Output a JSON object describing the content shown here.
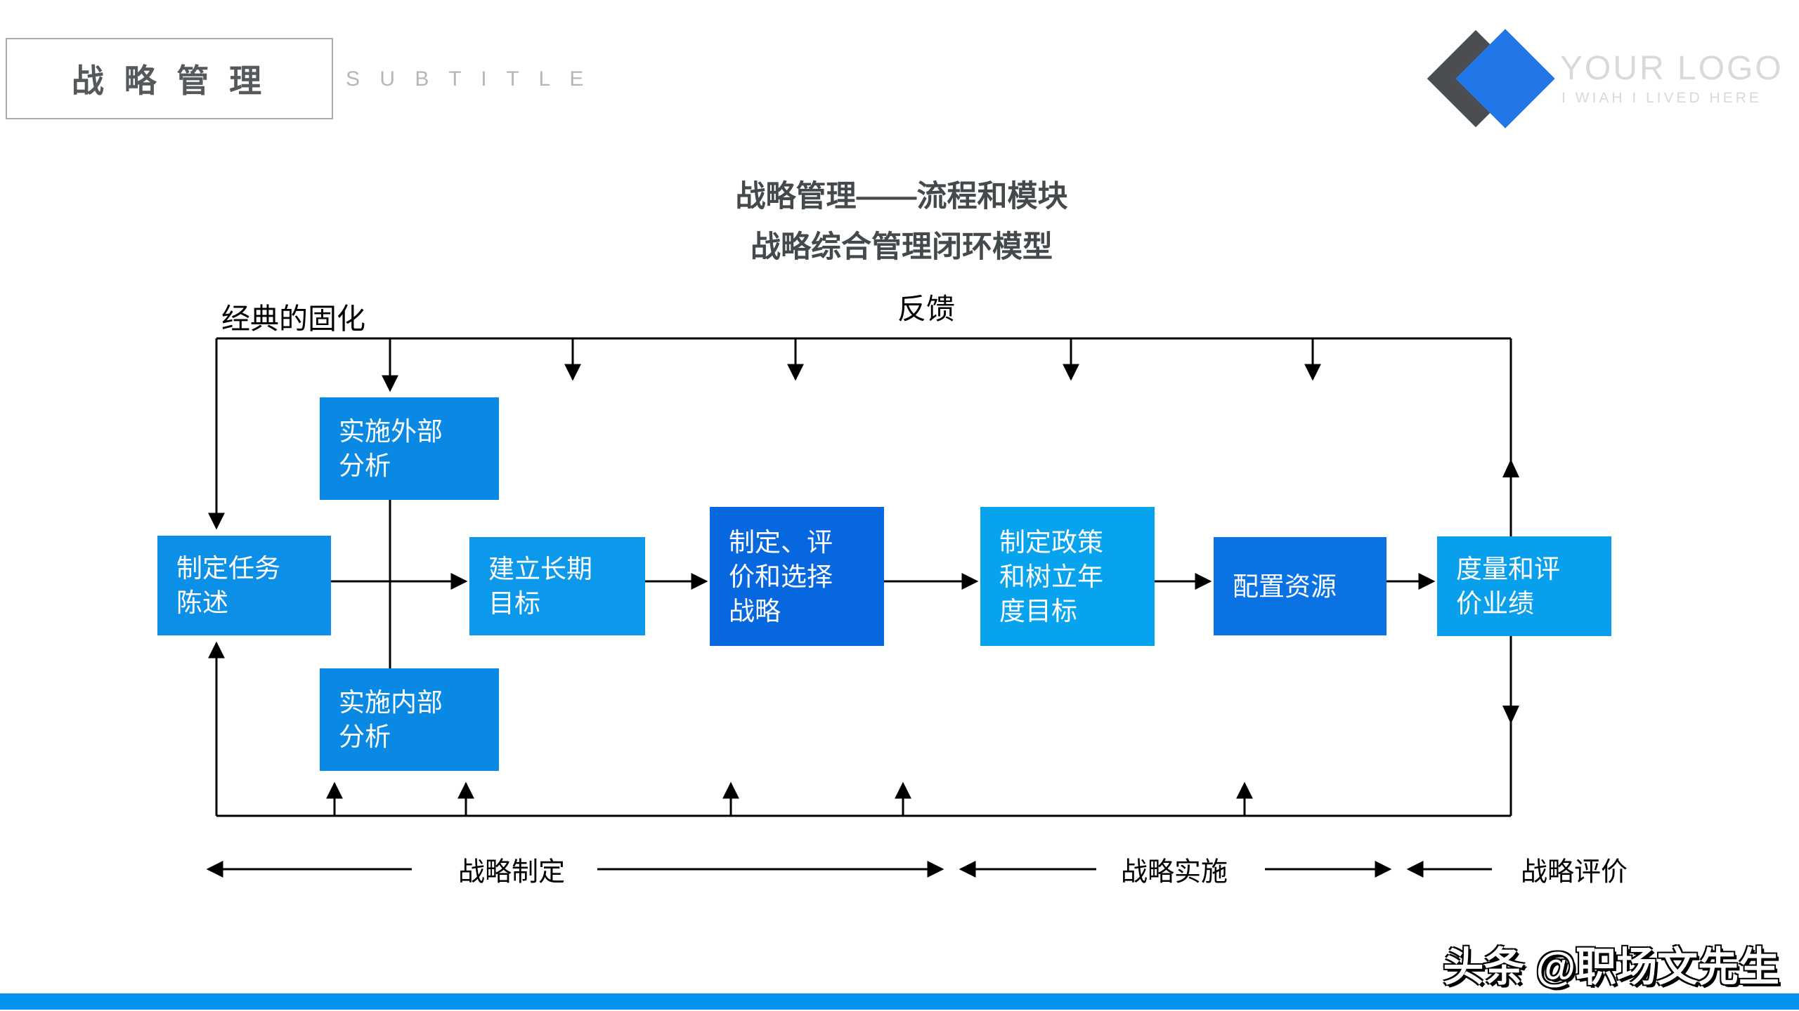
{
  "header": {
    "title": "战 略 管 理",
    "subtitle": "S U B T I T L E"
  },
  "logo": {
    "name": "YOUR LOGO",
    "tagline": "I WIAH I LIVED HERE",
    "diamond_blue": "#2277E8",
    "diamond_gray": "#4A4E52"
  },
  "main_title": {
    "line1": "战略管理——流程和模块",
    "line2": "战略综合管理闭环模型"
  },
  "diagram": {
    "top_left_label": "经典的固化",
    "feedback_label": "反馈",
    "boxes": [
      {
        "id": "mission",
        "label": "制定任务\n陈述",
        "color": "#0C90E7"
      },
      {
        "id": "external",
        "label": "实施外部\n分析",
        "color": "#0989E4"
      },
      {
        "id": "internal",
        "label": "实施内部\n分析",
        "color": "#0989E4"
      },
      {
        "id": "longterm",
        "label": "建立长期\n目标",
        "color": "#0C99EB"
      },
      {
        "id": "evaluate",
        "label": "制定、评\n价和选择\n战略",
        "color": "#0667DE"
      },
      {
        "id": "policy",
        "label": "制定政策\n和树立年\n度目标",
        "color": "#08A3EF"
      },
      {
        "id": "resources",
        "label": "配置资源",
        "color": "#0A72E3"
      },
      {
        "id": "measure",
        "label": "度量和评\n价业绩",
        "color": "#08A0ED"
      }
    ],
    "phase_labels": [
      {
        "label": "战略制定"
      },
      {
        "label": "战略实施"
      },
      {
        "label": "战略评价"
      }
    ]
  },
  "watermark": "头条 @职场文先生",
  "colors": {
    "bottom_bar": "#0093F0",
    "title_text": "#44494C",
    "header_text": "#55595B",
    "line_black": "#000000"
  }
}
